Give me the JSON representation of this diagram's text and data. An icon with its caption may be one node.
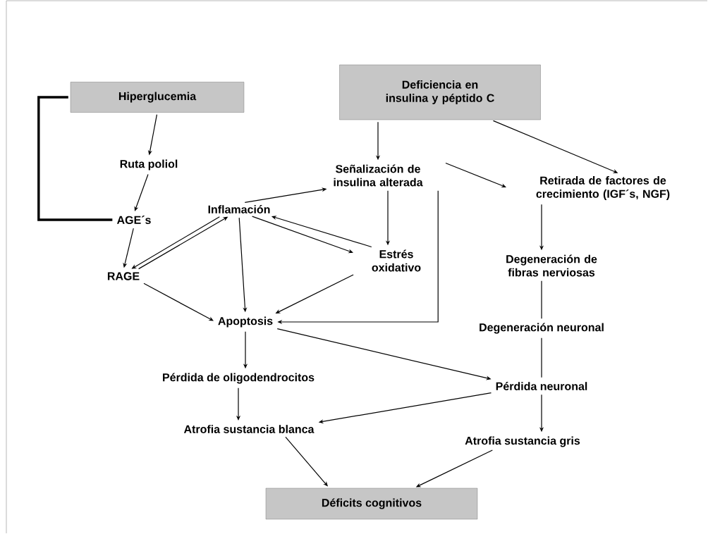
{
  "diagram": {
    "nodes": [
      {
        "text": [
          "Hiperglucemia"
        ]
      },
      {
        "text": [
          "Deficiencia en insulina y péptido C"
        ]
      },
      {
        "text": [
          "Ruta poliol"
        ]
      },
      {
        "text": [
          "AGE´s"
        ]
      },
      {
        "text": [
          "RAGE"
        ]
      },
      {
        "text": [
          "Inflamación"
        ]
      },
      {
        "text": [
          "Señalización de insulina alterada"
        ]
      },
      {
        "text": [
          "Retirada de factores de crecimiento (IGF´s, NGF)"
        ]
      },
      {
        "text": [
          "Estrés oxidativo"
        ]
      },
      {
        "text": [
          "Degeneración de fibras nerviosas"
        ]
      },
      {
        "text": [
          "Apoptosis"
        ]
      },
      {
        "text": [
          "Degeneración neuronal"
        ]
      },
      {
        "text": [
          "Pérdida de oligodendrocitos"
        ]
      },
      {
        "text": [
          "Pérdida neuronal"
        ]
      },
      {
        "text": [
          "Atrofia sustancia blanca"
        ]
      },
      {
        "text": [
          "Atrofia sustancia gris"
        ]
      },
      {
        "text": [
          "Déficits cognitivos"
        ]
      }
    ],
    "edges": [
      {
        "from": 0,
        "to": 2,
        "arrow": "to"
      },
      {
        "from": 2,
        "to": 3,
        "arrow": "to"
      },
      {
        "from": 3,
        "to": 4,
        "arrow": "to"
      },
      {
        "from": 0,
        "to": 3,
        "arrow": "none",
        "style": "thick"
      },
      {
        "from": 4,
        "to": 5,
        "arrow": "to"
      },
      {
        "from": 5,
        "to": 4,
        "arrow": "to"
      },
      {
        "from": 5,
        "to": 6,
        "arrow": "to"
      },
      {
        "from": 5,
        "to": 10,
        "arrow": "to"
      },
      {
        "from": 5,
        "to": 8,
        "arrow": "to"
      },
      {
        "from": 8,
        "to": 5,
        "arrow": "to"
      },
      {
        "from": 4,
        "to": 10,
        "arrow": "to"
      },
      {
        "from": 1,
        "to": 6,
        "arrow": "to"
      },
      {
        "from": 1,
        "to": 7,
        "arrow": "to"
      },
      {
        "from": 6,
        "to": 7,
        "arrow": "to"
      },
      {
        "from": 6,
        "to": 8,
        "arrow": "to"
      },
      {
        "from": 6,
        "to": 10,
        "arrow": "to"
      },
      {
        "from": 8,
        "to": 10,
        "arrow": "to"
      },
      {
        "from": 7,
        "to": 9,
        "arrow": "to"
      },
      {
        "from": 9,
        "to": 11,
        "arrow": "none"
      },
      {
        "from": 11,
        "to": 13,
        "arrow": "none"
      },
      {
        "from": 10,
        "to": 12,
        "arrow": "to"
      },
      {
        "from": 10,
        "to": 13,
        "arrow": "to"
      },
      {
        "from": 12,
        "to": 14,
        "arrow": "to"
      },
      {
        "from": 13,
        "to": 14,
        "arrow": "to"
      },
      {
        "from": 13,
        "to": 15,
        "arrow": "to"
      },
      {
        "from": 14,
        "to": 16,
        "arrow": "to"
      },
      {
        "from": 15,
        "to": 16,
        "arrow": "to"
      }
    ]
  }
}
